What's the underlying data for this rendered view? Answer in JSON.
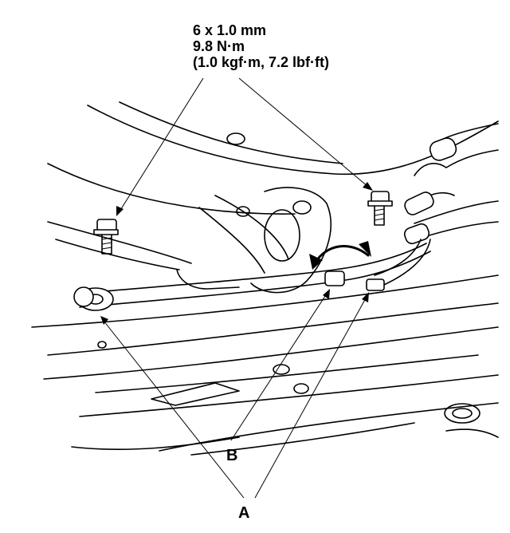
{
  "torque_spec": {
    "thread": "6 x 1.0 mm",
    "torque_nm": "9.8 N·m",
    "torque_alt": "(1.0 kgf·m, 7.2 lbf·ft)"
  },
  "callouts": {
    "a": "A",
    "b": "B"
  }
}
